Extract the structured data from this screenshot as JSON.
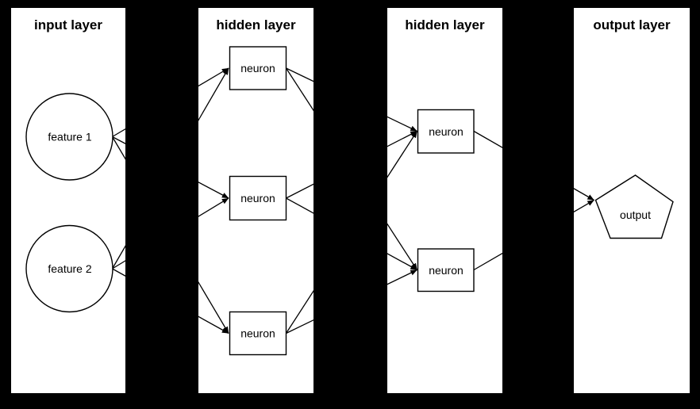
{
  "colors": {
    "background": "#000000",
    "panel_fill": "#ffffff",
    "line_color": "#000000",
    "text_color": "#000000"
  },
  "layers": [
    {
      "title": "input layer",
      "nodes": [
        {
          "label": "feature 1",
          "shape": "circle"
        },
        {
          "label": "feature 2",
          "shape": "circle"
        }
      ]
    },
    {
      "title": "hidden layer",
      "nodes": [
        {
          "label": "neuron",
          "shape": "rect"
        },
        {
          "label": "neuron",
          "shape": "rect"
        },
        {
          "label": "neuron",
          "shape": "rect"
        }
      ]
    },
    {
      "title": "hidden layer",
      "nodes": [
        {
          "label": "neuron",
          "shape": "rect"
        },
        {
          "label": "neuron",
          "shape": "rect"
        }
      ]
    },
    {
      "title": "output layer",
      "nodes": [
        {
          "label": "output",
          "shape": "pentagon"
        }
      ]
    }
  ],
  "edges": [
    {
      "from": "input layer / feature 1",
      "to": "hidden layer 1 / neuron 1"
    },
    {
      "from": "input layer / feature 1",
      "to": "hidden layer 1 / neuron 2"
    },
    {
      "from": "input layer / feature 1",
      "to": "hidden layer 1 / neuron 3"
    },
    {
      "from": "input layer / feature 2",
      "to": "hidden layer 1 / neuron 1"
    },
    {
      "from": "input layer / feature 2",
      "to": "hidden layer 1 / neuron 2"
    },
    {
      "from": "input layer / feature 2",
      "to": "hidden layer 1 / neuron 3"
    },
    {
      "from": "hidden layer 1 / neuron 1",
      "to": "hidden layer 2 / neuron 1"
    },
    {
      "from": "hidden layer 1 / neuron 1",
      "to": "hidden layer 2 / neuron 2"
    },
    {
      "from": "hidden layer 1 / neuron 2",
      "to": "hidden layer 2 / neuron 1"
    },
    {
      "from": "hidden layer 1 / neuron 2",
      "to": "hidden layer 2 / neuron 2"
    },
    {
      "from": "hidden layer 1 / neuron 3",
      "to": "hidden layer 2 / neuron 1"
    },
    {
      "from": "hidden layer 1 / neuron 3",
      "to": "hidden layer 2 / neuron 2"
    },
    {
      "from": "hidden layer 2 / neuron 1",
      "to": "output layer / output"
    },
    {
      "from": "hidden layer 2 / neuron 2",
      "to": "output layer / output"
    }
  ]
}
